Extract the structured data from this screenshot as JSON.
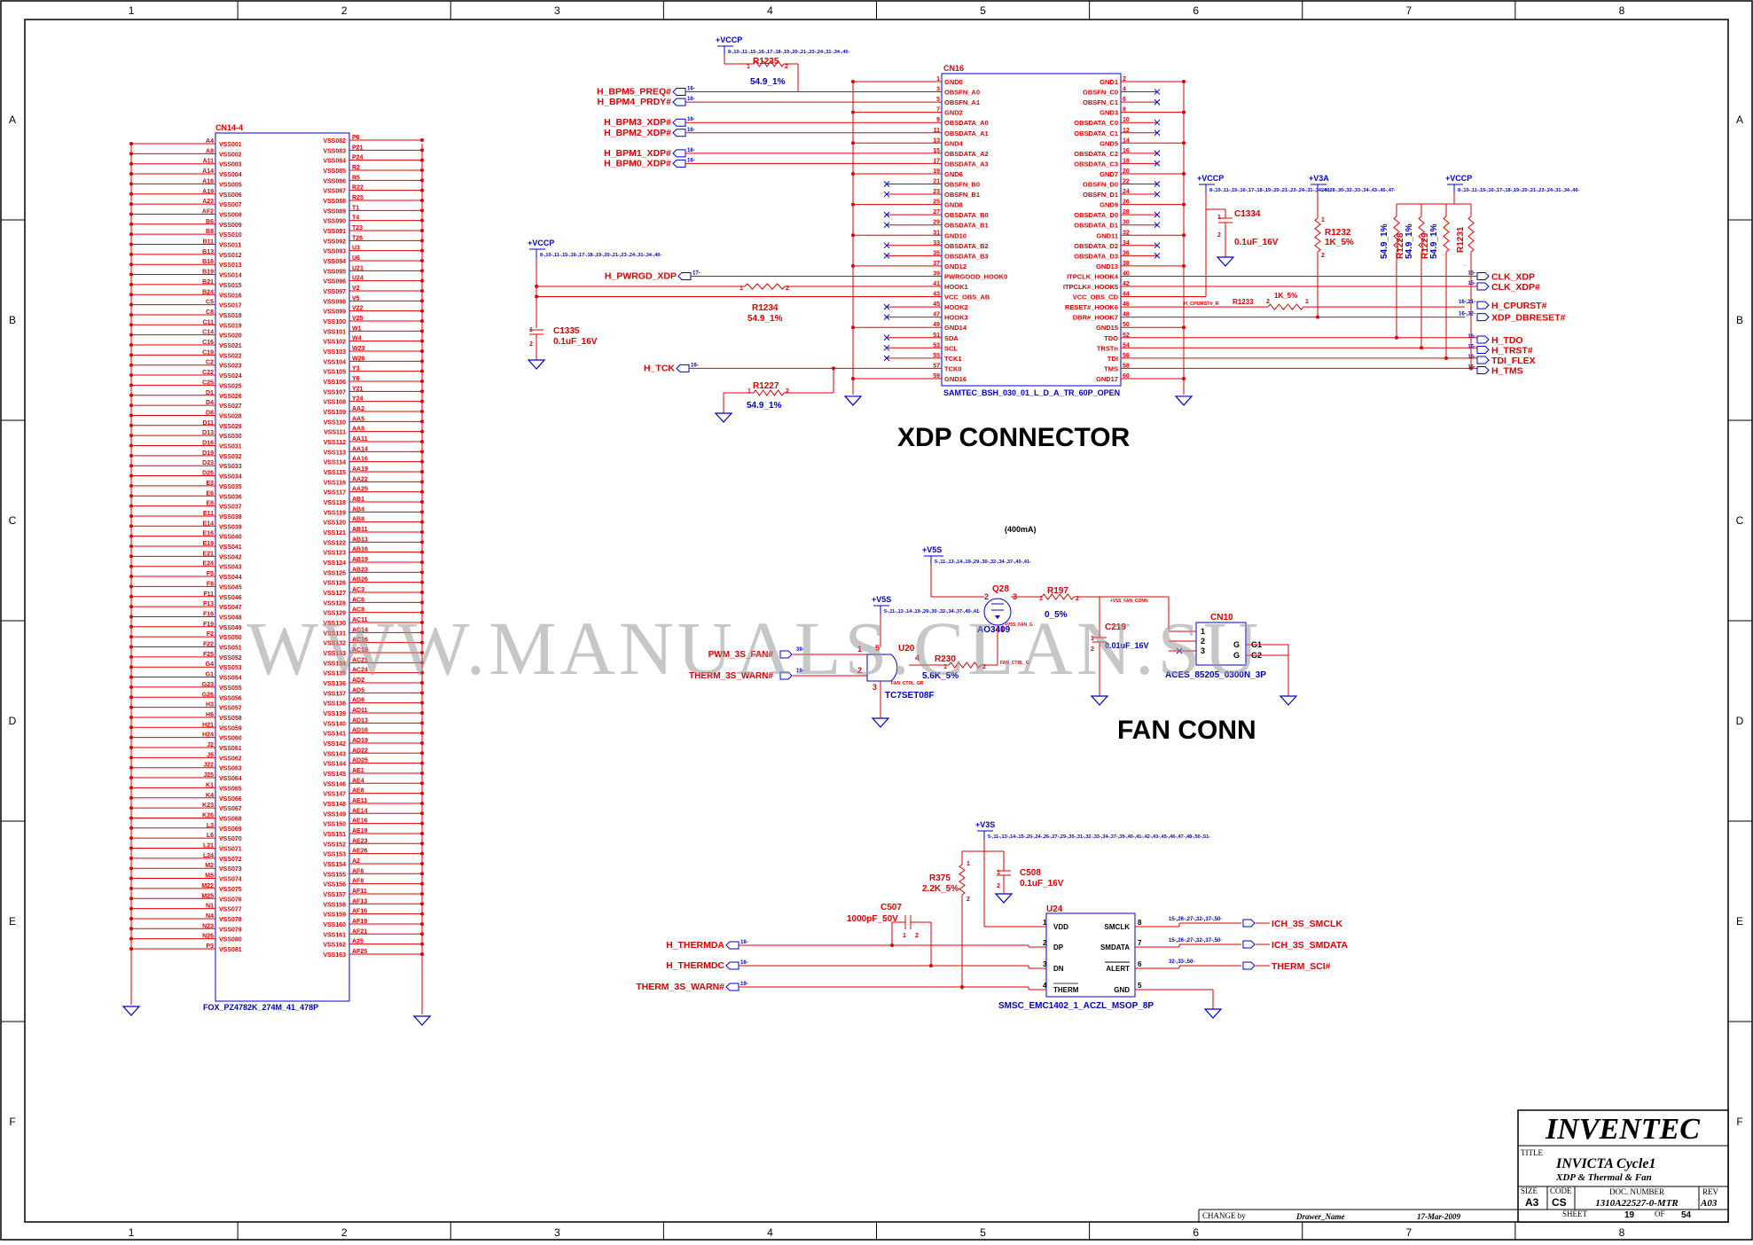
{
  "frame": {
    "columns": [
      "1",
      "2",
      "3",
      "4",
      "5",
      "6",
      "7",
      "8"
    ],
    "rows": [
      "A",
      "B",
      "C",
      "D",
      "E",
      "F"
    ]
  },
  "watermark": "WWW.MANUALS.CLAN.SU",
  "cn14": {
    "ref": "CN14-4",
    "part": "FOX_PZ4782K_274M_41_478P",
    "left_pins": [
      "A4",
      "A8",
      "A11",
      "A14",
      "A16",
      "A19",
      "A23",
      "AF2",
      "B6",
      "B8",
      "B11",
      "B13",
      "B16",
      "B19",
      "B21",
      "B24",
      "C5",
      "C8",
      "C11",
      "C14",
      "C16",
      "C19",
      "C2",
      "C22",
      "C25",
      "D1",
      "D4",
      "D8",
      "D11",
      "D13",
      "D16",
      "D19",
      "D23",
      "D26",
      "E3",
      "E6",
      "E8",
      "E11",
      "E14",
      "E16",
      "E19",
      "E21",
      "E24",
      "F5",
      "F8",
      "F11",
      "F13",
      "F16",
      "F19",
      "F2",
      "F22",
      "F25",
      "G4",
      "G1",
      "G23",
      "G26",
      "H3",
      "H6",
      "H21",
      "H24",
      "J2",
      "J5",
      "J22",
      "J25",
      "K1",
      "K4",
      "K23",
      "K26",
      "L3",
      "L6",
      "L21",
      "L24",
      "M2",
      "M5",
      "M22",
      "M25",
      "N1",
      "N4",
      "N23",
      "N26",
      "P3"
    ],
    "left_names": [
      "VSS001",
      "VSS002",
      "VSS003",
      "VSS004",
      "VSS005",
      "VSS006",
      "VSS007",
      "VSS008",
      "VSS009",
      "VSS010",
      "VSS011",
      "VSS012",
      "VSS013",
      "VSS014",
      "VSS015",
      "VSS016",
      "VSS017",
      "VSS018",
      "VSS019",
      "VSS020",
      "VSS021",
      "VSS022",
      "VSS023",
      "VSS024",
      "VSS025",
      "VSS026",
      "VSS027",
      "VSS028",
      "VSS029",
      "VSS030",
      "VSS031",
      "VSS032",
      "VSS033",
      "VSS034",
      "VSS035",
      "VSS036",
      "VSS037",
      "VSS038",
      "VSS039",
      "VSS040",
      "VSS041",
      "VSS042",
      "VSS043",
      "VSS044",
      "VSS045",
      "VSS046",
      "VSS047",
      "VSS048",
      "VSS049",
      "VSS050",
      "VSS051",
      "VSS052",
      "VSS053",
      "VSS054",
      "VSS055",
      "VSS056",
      "VSS057",
      "VSS058",
      "VSS059",
      "VSS060",
      "VSS061",
      "VSS062",
      "VSS063",
      "VSS064",
      "VSS065",
      "VSS066",
      "VSS067",
      "VSS068",
      "VSS069",
      "VSS070",
      "VSS071",
      "VSS072",
      "VSS073",
      "VSS074",
      "VSS075",
      "VSS076",
      "VSS077",
      "VSS078",
      "VSS079",
      "VSS080",
      "VSS081"
    ],
    "right_names": [
      "VSS082",
      "VSS083",
      "VSS084",
      "VSS085",
      "VSS086",
      "VSS087",
      "VSS088",
      "VSS089",
      "VSS090",
      "VSS091",
      "VSS092",
      "VSS093",
      "VSS094",
      "VSS095",
      "VSS096",
      "VSS097",
      "VSS098",
      "VSS099",
      "VSS100",
      "VSS101",
      "VSS102",
      "VSS103",
      "VSS104",
      "VSS105",
      "VSS106",
      "VSS107",
      "VSS108",
      "VSS109",
      "VSS110",
      "VSS111",
      "VSS112",
      "VSS113",
      "VSS114",
      "VSS115",
      "VSS116",
      "VSS117",
      "VSS118",
      "VSS119",
      "VSS120",
      "VSS121",
      "VSS122",
      "VSS123",
      "VSS124",
      "VSS125",
      "VSS126",
      "VSS127",
      "VSS128",
      "VSS129",
      "VSS130",
      "VSS131",
      "VSS132",
      "VSS133",
      "VSS134",
      "VSS135",
      "VSS136",
      "VSS137",
      "VSS138",
      "VSS139",
      "VSS140",
      "VSS141",
      "VSS142",
      "VSS143",
      "VSS144",
      "VSS145",
      "VSS146",
      "VSS147",
      "VSS148",
      "VSS149",
      "VSS150",
      "VSS151",
      "VSS152",
      "VSS153",
      "VSS154",
      "VSS155",
      "VSS156",
      "VSS157",
      "VSS158",
      "VSS159",
      "VSS160",
      "VSS161",
      "VSS162",
      "VSS163"
    ],
    "right_pins": [
      "P6",
      "P21",
      "P24",
      "R2",
      "R5",
      "R22",
      "R25",
      "T1",
      "T4",
      "T23",
      "T26",
      "U3",
      "U6",
      "U21",
      "U24",
      "V2",
      "V5",
      "V22",
      "V25",
      "W1",
      "W4",
      "W23",
      "W26",
      "Y3",
      "Y6",
      "Y21",
      "Y24",
      "AA2",
      "AA5",
      "AA8",
      "AA11",
      "AA14",
      "AA16",
      "AA19",
      "AA22",
      "AA25",
      "AB1",
      "AB4",
      "AB8",
      "AB11",
      "AB13",
      "AB16",
      "AB19",
      "AB23",
      "AB26",
      "AC3",
      "AC6",
      "AC8",
      "AC11",
      "AC14",
      "AC16",
      "AC19",
      "AC21",
      "AC24",
      "AD2",
      "AD5",
      "AD8",
      "AD11",
      "AD13",
      "AD16",
      "AD19",
      "AD22",
      "AD25",
      "AE1",
      "AE4",
      "AE8",
      "AE11",
      "AE14",
      "AE16",
      "AE19",
      "AE23",
      "AE26",
      "A2",
      "AF6",
      "AF8",
      "AF11",
      "AF13",
      "AF16",
      "AF19",
      "AF21",
      "A25",
      "AF25"
    ]
  },
  "xdp": {
    "title": "XDP CONNECTOR",
    "ref": "CN16",
    "part": "SAMTEC_BSH_030_01_L_D_A_TR_60P_OPEN",
    "left_pins": [
      {
        "num": "1",
        "name": "GND0"
      },
      {
        "num": "3",
        "name": "OBSFN_A0"
      },
      {
        "num": "5",
        "name": "OBSFN_A1"
      },
      {
        "num": "7",
        "name": "GND2"
      },
      {
        "num": "9",
        "name": "OBSDATA_A0"
      },
      {
        "num": "11",
        "name": "OBSDATA_A1"
      },
      {
        "num": "13",
        "name": "GND4"
      },
      {
        "num": "15",
        "name": "OBSDATA_A2"
      },
      {
        "num": "17",
        "name": "OBSDATA_A3"
      },
      {
        "num": "19",
        "name": "GND6"
      },
      {
        "num": "21",
        "name": "OBSFN_B0"
      },
      {
        "num": "23",
        "name": "OBSFN_B1"
      },
      {
        "num": "25",
        "name": "GND8"
      },
      {
        "num": "27",
        "name": "OBSDATA_B0"
      },
      {
        "num": "29",
        "name": "OBSDATA_B1"
      },
      {
        "num": "31",
        "name": "GND10"
      },
      {
        "num": "33",
        "name": "OBSDATA_B2"
      },
      {
        "num": "35",
        "name": "OBSDATA_B3"
      },
      {
        "num": "37",
        "name": "GND12"
      },
      {
        "num": "39",
        "name": "PWRGOOD_HOOK0"
      },
      {
        "num": "41",
        "name": "HOOK1"
      },
      {
        "num": "43",
        "name": "VCC_OBS_AB"
      },
      {
        "num": "45",
        "name": "HOOK2"
      },
      {
        "num": "47",
        "name": "HOOK3"
      },
      {
        "num": "49",
        "name": "GND14"
      },
      {
        "num": "51",
        "name": "SDA"
      },
      {
        "num": "53",
        "name": "SCL"
      },
      {
        "num": "55",
        "name": "TCK1"
      },
      {
        "num": "57",
        "name": "TCK0"
      },
      {
        "num": "59",
        "name": "GND16"
      }
    ],
    "right_pins": [
      {
        "num": "2",
        "name": "GND1"
      },
      {
        "num": "4",
        "name": "OBSFN_C0"
      },
      {
        "num": "6",
        "name": "OBSFN_C1"
      },
      {
        "num": "8",
        "name": "GND3"
      },
      {
        "num": "10",
        "name": "OBSDATA_C0"
      },
      {
        "num": "12",
        "name": "OBSDATA_C1"
      },
      {
        "num": "14",
        "name": "GND5"
      },
      {
        "num": "16",
        "name": "OBSDATA_C2"
      },
      {
        "num": "18",
        "name": "OBSDATA_C3"
      },
      {
        "num": "20",
        "name": "GND7"
      },
      {
        "num": "22",
        "name": "OBSFN_D0"
      },
      {
        "num": "24",
        "name": "OBSFN_D1"
      },
      {
        "num": "26",
        "name": "GND9"
      },
      {
        "num": "28",
        "name": "OBSDATA_D0"
      },
      {
        "num": "30",
        "name": "OBSDATA_D1"
      },
      {
        "num": "32",
        "name": "GND11"
      },
      {
        "num": "34",
        "name": "OBSDATA_D2"
      },
      {
        "num": "36",
        "name": "OBSDATA_D3"
      },
      {
        "num": "38",
        "name": "GND13"
      },
      {
        "num": "40",
        "name": "ITPCLK_HOOK4"
      },
      {
        "num": "42",
        "name": "ITPCLK#_HOOK5"
      },
      {
        "num": "44",
        "name": "VCC_OBS_CD"
      },
      {
        "num": "46",
        "name": "RESET#_HOOK6"
      },
      {
        "num": "48",
        "name": "DBR#_HOOK7"
      },
      {
        "num": "50",
        "name": "GND15"
      },
      {
        "num": "52",
        "name": "TDO"
      },
      {
        "num": "54",
        "name": "TRSTn"
      },
      {
        "num": "56",
        "name": "TDI"
      },
      {
        "num": "58",
        "name": "TMS"
      },
      {
        "num": "60",
        "name": "GND17"
      }
    ],
    "left_signals": [
      {
        "name": "H_BPM5_PREQ#",
        "ref": "16-"
      },
      {
        "name": "H_BPM4_PRDY#",
        "ref": "16-"
      },
      {
        "name": "H_BPM3_XDP#",
        "ref": "16-"
      },
      {
        "name": "H_BPM2_XDP#",
        "ref": "16-"
      },
      {
        "name": "H_BPM1_XDP#",
        "ref": "16-"
      },
      {
        "name": "H_BPM0_XDP#",
        "ref": "16-"
      }
    ],
    "pwrgd": {
      "name": "H_PWRGD_XDP",
      "ref": "17-"
    },
    "tck": {
      "name": "H_TCK",
      "ref": "16-"
    },
    "right_signals": [
      {
        "name": "CLK_XDP",
        "ref": "15-"
      },
      {
        "name": "CLK_XDP#",
        "ref": "15-"
      },
      {
        "name": "H_CPURST#",
        "ref": "16-,21-"
      },
      {
        "name": "XDP_DBRESET#",
        "ref": "16-,32-"
      },
      {
        "name": "H_TDO",
        "ref": "16-"
      },
      {
        "name": "H_TRST#",
        "ref": "16-"
      },
      {
        "name": "TDI_FLEX",
        "ref": "16-"
      },
      {
        "name": "H_TMS",
        "ref": "16-"
      }
    ],
    "vccp_left": {
      "name": "+VCCP",
      "sheets": "8-,10-,11-,15-,16-,17-,18-,19-,20-,21-,23-,24-,31-,34-,40-"
    },
    "vccp_top": {
      "name": "+VCCP",
      "sheets": "8-,10-,11-,15-,16-,17-,18-,19-,20-,21-,23-,24-,31-,34-,40-"
    },
    "vccp_mid": {
      "name": "+VCCP",
      "sheets": "8-,10-,11-,15-,16-,17-,18-,19-,20-,21-,23-,24-,31-,34-,40-"
    },
    "vccp_right": {
      "name": "+VCCP",
      "sheets": "8-,10-,11-,15-,16-,17-,18-,19-,20-,21-,23-,24-,31-,34-,40-"
    },
    "v3a": {
      "name": "+V3A",
      "sheets": "24-,28-,30-,32-,33-,34-,43-,45-,47-"
    },
    "cpurst_net": "H_CPURST#_R",
    "r1235": {
      "ref": "R1235",
      "value": "54.9_1%"
    },
    "r1234": {
      "ref": "R1234",
      "value": "54.9_1%"
    },
    "r1227": {
      "ref": "R1227",
      "value": "54.9_1%"
    },
    "r1233": {
      "ref": "R1233",
      "value": "1K_5%"
    },
    "r1232": {
      "ref": "R1232",
      "value": "1K_5%"
    },
    "r1228": {
      "ref": "R1228",
      "value": "54.9_1%"
    },
    "r1229": {
      "ref": "R1229",
      "value": "54.9_1%"
    },
    "r1231": {
      "ref": "R1231",
      "value": "54.9_1%"
    },
    "c1334": {
      "ref": "C1334",
      "value": "0.1uF_16V"
    },
    "c1335": {
      "ref": "C1335",
      "value": "0.1uF_16V"
    }
  },
  "fan": {
    "title": "FAN CONN",
    "current": "(400mA)",
    "v5s_top": {
      "name": "+V5S",
      "sheets": "5-,11-,13-,14-,19-,29-,30-,32-,34-,37-,40-,41-"
    },
    "v5s_left": {
      "name": "+V5S",
      "sheets": "5-,11-,13-,14-,19-,29-,30-,32-,34-,37-,40-,41-"
    },
    "q28": {
      "ref": "Q28",
      "part": "AO3409",
      "gate": "+V5S_FAN_G"
    },
    "r197": {
      "ref": "R197",
      "value": "0_5%"
    },
    "fan_net": "+V5S_FAN_CONN",
    "c219": {
      "ref": "C219",
      "value": "0.01uF_16V"
    },
    "cn10": {
      "ref": "CN10",
      "part": "ACES_85205_0300N_3P",
      "pins": [
        "1",
        "2",
        "3"
      ],
      "g": [
        "G",
        "G"
      ],
      "gnames": [
        "G1",
        "G2"
      ]
    },
    "u20": {
      "ref": "U20",
      "part": "TC7SET08F",
      "pins": [
        "1",
        "2",
        "3",
        "4",
        "5"
      ]
    },
    "r230": {
      "ref": "R230",
      "value": "5.6K_5%"
    },
    "fan_ctrl_gr": "FAN_CTRL_GR",
    "fan_ctrl_g": "FAN_CTRL_G",
    "pwm": {
      "name": "PWM_3S_FAN#",
      "ref": "39-"
    },
    "therm_warn": {
      "name": "THERM_3S_WARN#",
      "ref": "19-"
    }
  },
  "thermal": {
    "v3s": {
      "name": "+V3S",
      "sheets": "5-,11-,13-,14-,15-,20-,24-,26-,27-,29-,30-,31-,32-,33-,34-,37-,39-,40-,41-,42-,43-,45-,46-,47-,48-,50-,51-"
    },
    "r375": {
      "ref": "R375",
      "value": "2.2K_5%"
    },
    "c508": {
      "ref": "C508",
      "value": "0.1uF_16V"
    },
    "c507": {
      "ref": "C507",
      "value": "1000pF_50V"
    },
    "u24": {
      "ref": "U24",
      "part": "SMSC_EMC1402_1_ACZL_MSOP_8P",
      "left": [
        {
          "num": "1",
          "name": "VDD"
        },
        {
          "num": "2",
          "name": "DP"
        },
        {
          "num": "3",
          "name": "DN"
        },
        {
          "num": "4",
          "name": "THERM"
        }
      ],
      "right": [
        {
          "num": "8",
          "name": "SMCLK"
        },
        {
          "num": "7",
          "name": "SMDATA"
        },
        {
          "num": "6",
          "name": "ALERT"
        },
        {
          "num": "5",
          "name": "GND"
        }
      ]
    },
    "left_signals": [
      {
        "name": "H_THERMDA",
        "ref": "16-"
      },
      {
        "name": "H_THERMDC",
        "ref": "16-"
      },
      {
        "name": "THERM_3S_WARN#",
        "ref": "19-"
      }
    ],
    "right_signals": [
      {
        "name": "ICH_3S_SMCLK",
        "ref": "15-,26-,27-,32-,37-,50-"
      },
      {
        "name": "ICH_3S_SMDATA",
        "ref": "15-,26-,27-,32-,37-,50-"
      },
      {
        "name": "THERM_SCI#",
        "ref": "32-,33-,50-"
      }
    ]
  },
  "title_block": {
    "company": "INVENTEC",
    "title_label": "TITLE",
    "title": "INVICTA Cycle1",
    "subtitle": "XDP & Thermal & Fan",
    "size_label": "SIZE",
    "size": "A3",
    "code_label": "CODE",
    "code": "CS",
    "doc_label": "DOC. NUMBER",
    "doc": "1310A22527-0-MTR",
    "rev_label": "REV",
    "rev": "A03",
    "sheet_label": "SHEET",
    "sheet": "19",
    "of_label": "OF",
    "of": "54",
    "change_label": "CHANGE by",
    "drawer": "Drawer_Name",
    "date": "17-Mar-2009"
  }
}
